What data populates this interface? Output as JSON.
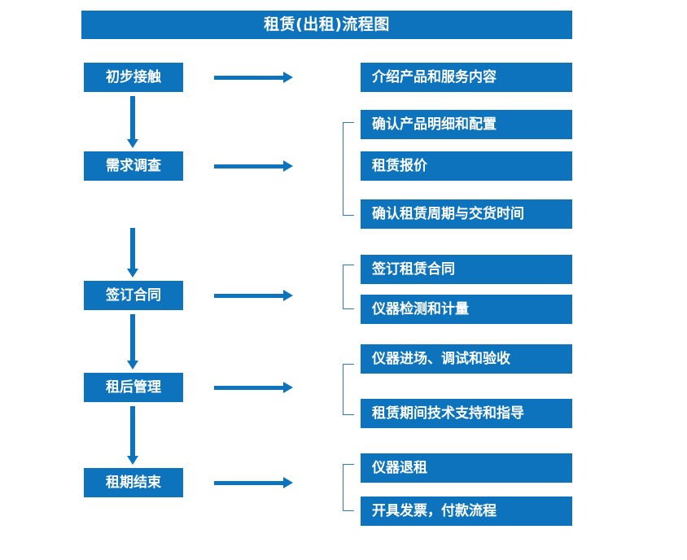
{
  "diagram": {
    "title": "租赁(出租)流程图",
    "accent_color": "#0d73bd",
    "bracket_color": "#2e79c4",
    "text_color": "#ffffff",
    "background_color": "#ffffff"
  },
  "stages": [
    {
      "label": "初步接触"
    },
    {
      "label": "需求调查"
    },
    {
      "label": "签订合同"
    },
    {
      "label": "租后管理"
    },
    {
      "label": "租期结束"
    }
  ],
  "details": [
    {
      "label": "介绍产品和服务内容"
    },
    {
      "label": "确认产品明细和配置"
    },
    {
      "label": "租赁报价"
    },
    {
      "label": "确认租赁周期与交货时间"
    },
    {
      "label": "签订租赁合同"
    },
    {
      "label": "仪器检测和计量"
    },
    {
      "label": "仪器进场、调试和验收"
    },
    {
      "label": "租赁期间技术支持和指导"
    },
    {
      "label": "仪器退租"
    },
    {
      "label": "开具发票，付款流程"
    }
  ]
}
